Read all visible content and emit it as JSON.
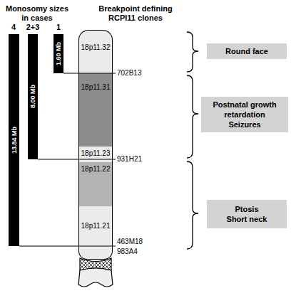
{
  "diagram": {
    "nodes": [
      {
        "text": [
          "13.84 Mb"
        ]
      },
      {
        "text": [
          "8.00 Mb"
        ]
      },
      {
        "text": [
          "1.60 Mb"
        ]
      },
      {
        "text": [
          "18p11.32"
        ]
      },
      {
        "text": [
          "18p11.31"
        ]
      },
      {
        "text": [
          "18p11.23"
        ]
      },
      {
        "text": [
          "18p11.22"
        ]
      },
      {
        "text": [
          "18p11.21"
        ]
      },
      {
        "text": [
          "Round face"
        ]
      },
      {
        "text": [
          "Postnatal growth retardation",
          "Seizures"
        ]
      },
      {
        "text": [
          "Ptosis",
          "Short neck"
        ]
      }
    ],
    "labels": [
      "Monosomy sizes in cases",
      "4",
      "2+3",
      "1",
      "Breakpoint defining RCPI11 clones",
      "702B13",
      "931H21",
      "463M18",
      "983A4"
    ]
  }
}
